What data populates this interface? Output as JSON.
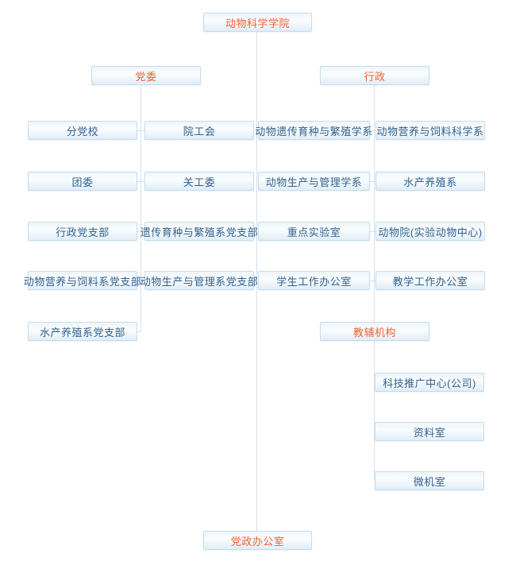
{
  "org": {
    "root": {
      "label": "动物科学学院"
    },
    "bottom": {
      "label": "党政办公室"
    },
    "party": {
      "label": "党委",
      "col1": [
        "分党校",
        "团委",
        "行政党支部",
        "动物营养与饲料系党支部",
        "水产养殖系党支部"
      ],
      "col2": [
        "院工会",
        "关工委",
        "遗传育种与繁殖系党支部",
        "动物生产与管理系党支部"
      ]
    },
    "admin": {
      "label": "行政",
      "col1": [
        "动物遗传育种与繁殖学系",
        "动物生产与管理学系",
        "重点实验室",
        "学生工作办公室"
      ],
      "col2": [
        "动物营养与饲料科学系",
        "水产养殖系",
        "动物院(实验动物中心)",
        "教学工作办公室"
      ]
    },
    "aux": {
      "label": "教辅机构",
      "children": [
        "科技推广中心(公司)",
        "资料室",
        "微机室"
      ]
    }
  },
  "colors": {
    "accent_orange": "#f0602f",
    "node_text_blue": "#31618f",
    "box_border": "#c6dcec",
    "connector_line": "#d2e1ec"
  }
}
